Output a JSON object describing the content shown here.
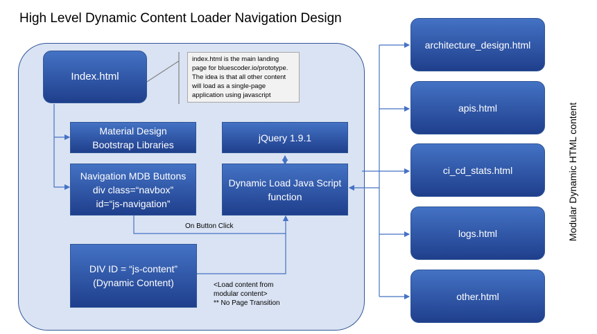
{
  "title": "High Level Dynamic Content Loader Navigation Design",
  "side_label": "Modular Dynamic HTML content",
  "boxes": {
    "index": "Index.html",
    "mdb": [
      "Material Design",
      "Bootstrap Libraries"
    ],
    "jquery": "jQuery 1.9.1",
    "nav": [
      "Navigation MDB Buttons",
      "div class=“navbox”",
      "id=“js-navigation”"
    ],
    "dyn": [
      "Dynamic Load Java Script",
      "function"
    ],
    "content": [
      "DIV ID = “js-content”",
      "(Dynamic Content)"
    ]
  },
  "note_text": "index.html is the main landing page for bluescoder.io/prototype. The idea is that all other content will load as a single-page application using javascript",
  "on_click_label": "On Button Click",
  "load_label": [
    "<Load content from",
    "modular content>",
    "** No Page Transition"
  ],
  "pages": [
    "architecture_design.html",
    "apis.html",
    "ci_cd_stats.html",
    "logs.html",
    "other.html"
  ],
  "colors": {
    "panel_fill": "#dae3f3",
    "box_fill": "#3a63b8",
    "connector": "#4472c4"
  }
}
